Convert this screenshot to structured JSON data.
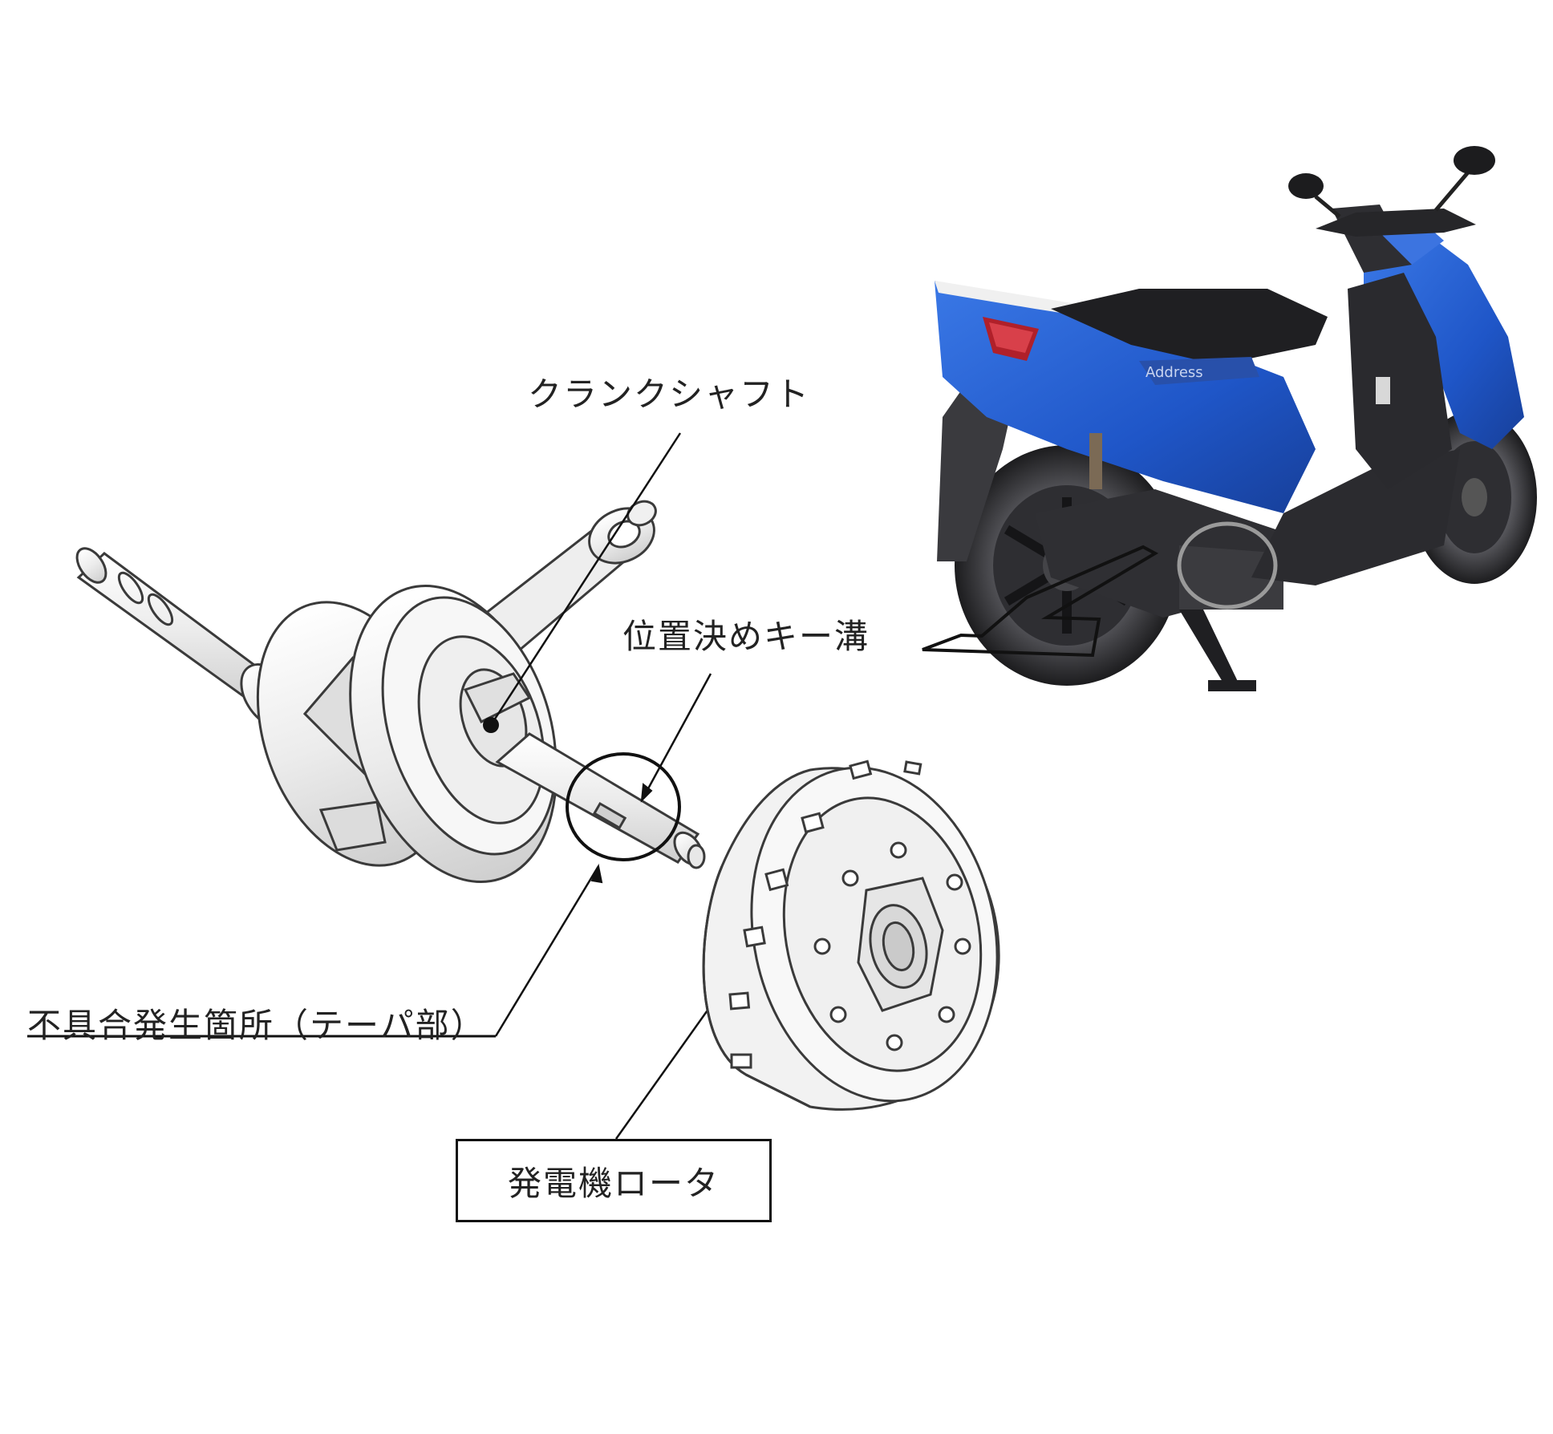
{
  "labels": {
    "crankshaft": "クランクシャフト",
    "key_groove": "位置決めキー溝",
    "defect_location": "不具合発生箇所（テーパ部）",
    "generator_rotor": "発電機ロータ"
  },
  "colors": {
    "line": "#111111",
    "part_fill": "#f4f4f4",
    "part_stroke": "#3a3a3a",
    "scooter_blue": "#1f56c8",
    "scooter_dark": "#2a2a2e",
    "highlight_circle": "#9a9a9a"
  },
  "images": {
    "scooter": "scooter-photo",
    "crankshaft": "crankshaft-drawing",
    "rotor": "generator-rotor-drawing"
  }
}
